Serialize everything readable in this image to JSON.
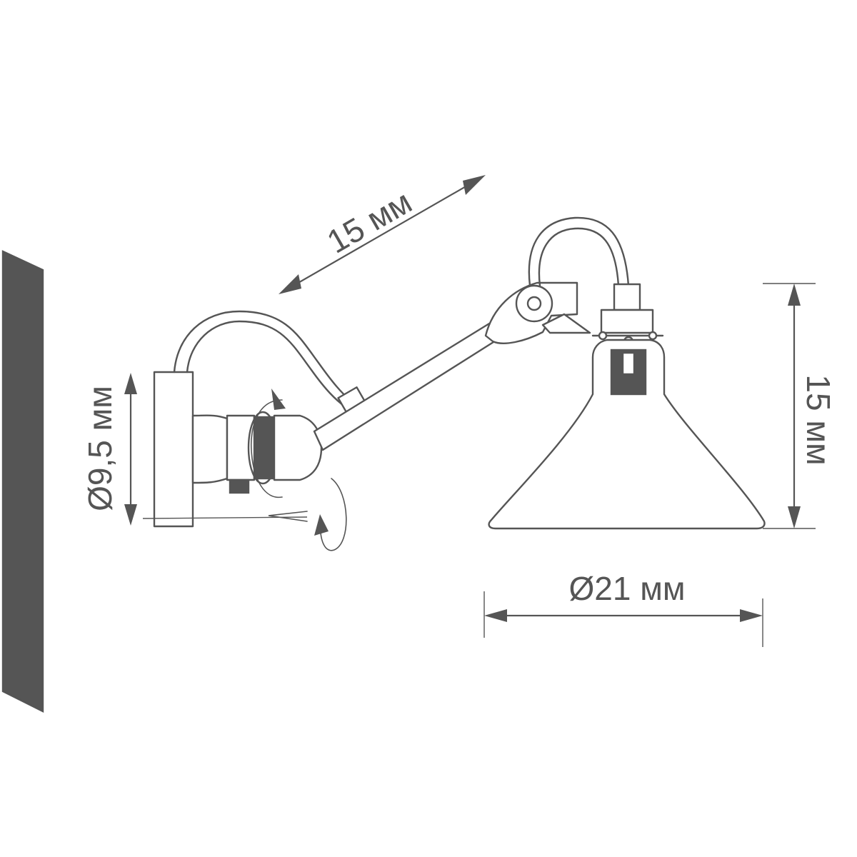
{
  "dimensions": {
    "arm_length": "15 мм",
    "backplate_diameter": "Ø9,5 мм",
    "height": "15 мм",
    "shade_diameter": "Ø21 мм"
  },
  "colors": {
    "line": "#555555",
    "wall": "#555555",
    "background": "#ffffff"
  }
}
